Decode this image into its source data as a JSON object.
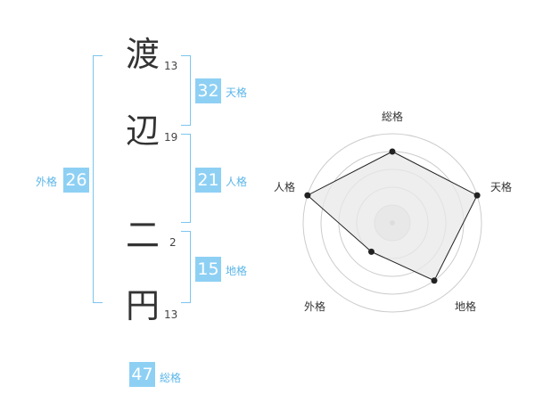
{
  "name": {
    "characters": [
      {
        "char": "渡",
        "strokes": "13"
      },
      {
        "char": "辺",
        "strokes": "19"
      },
      {
        "char": "二",
        "strokes": "2"
      },
      {
        "char": "円",
        "strokes": "13"
      }
    ]
  },
  "fortunes": {
    "tenkaku": {
      "value": "32",
      "label": "天格"
    },
    "jinkaku": {
      "value": "21",
      "label": "人格"
    },
    "chikaku": {
      "value": "15",
      "label": "地格"
    },
    "gaikaku": {
      "value": "26",
      "label": "外格"
    },
    "soukaku": {
      "value": "47",
      "label": "総格"
    }
  },
  "radar": {
    "axes": [
      "総格",
      "天格",
      "地格",
      "外格",
      "人格"
    ],
    "values": [
      4,
      5,
      4,
      2,
      5
    ],
    "max": 5,
    "colors": {
      "fill": "#e8e8e8",
      "line": "#222222",
      "ring": "#cccccc",
      "center": "#bbbbbb"
    }
  },
  "colors": {
    "accent": "#8ed0f4",
    "bracket": "#7cc5ef",
    "label": "#5bb6e8"
  }
}
